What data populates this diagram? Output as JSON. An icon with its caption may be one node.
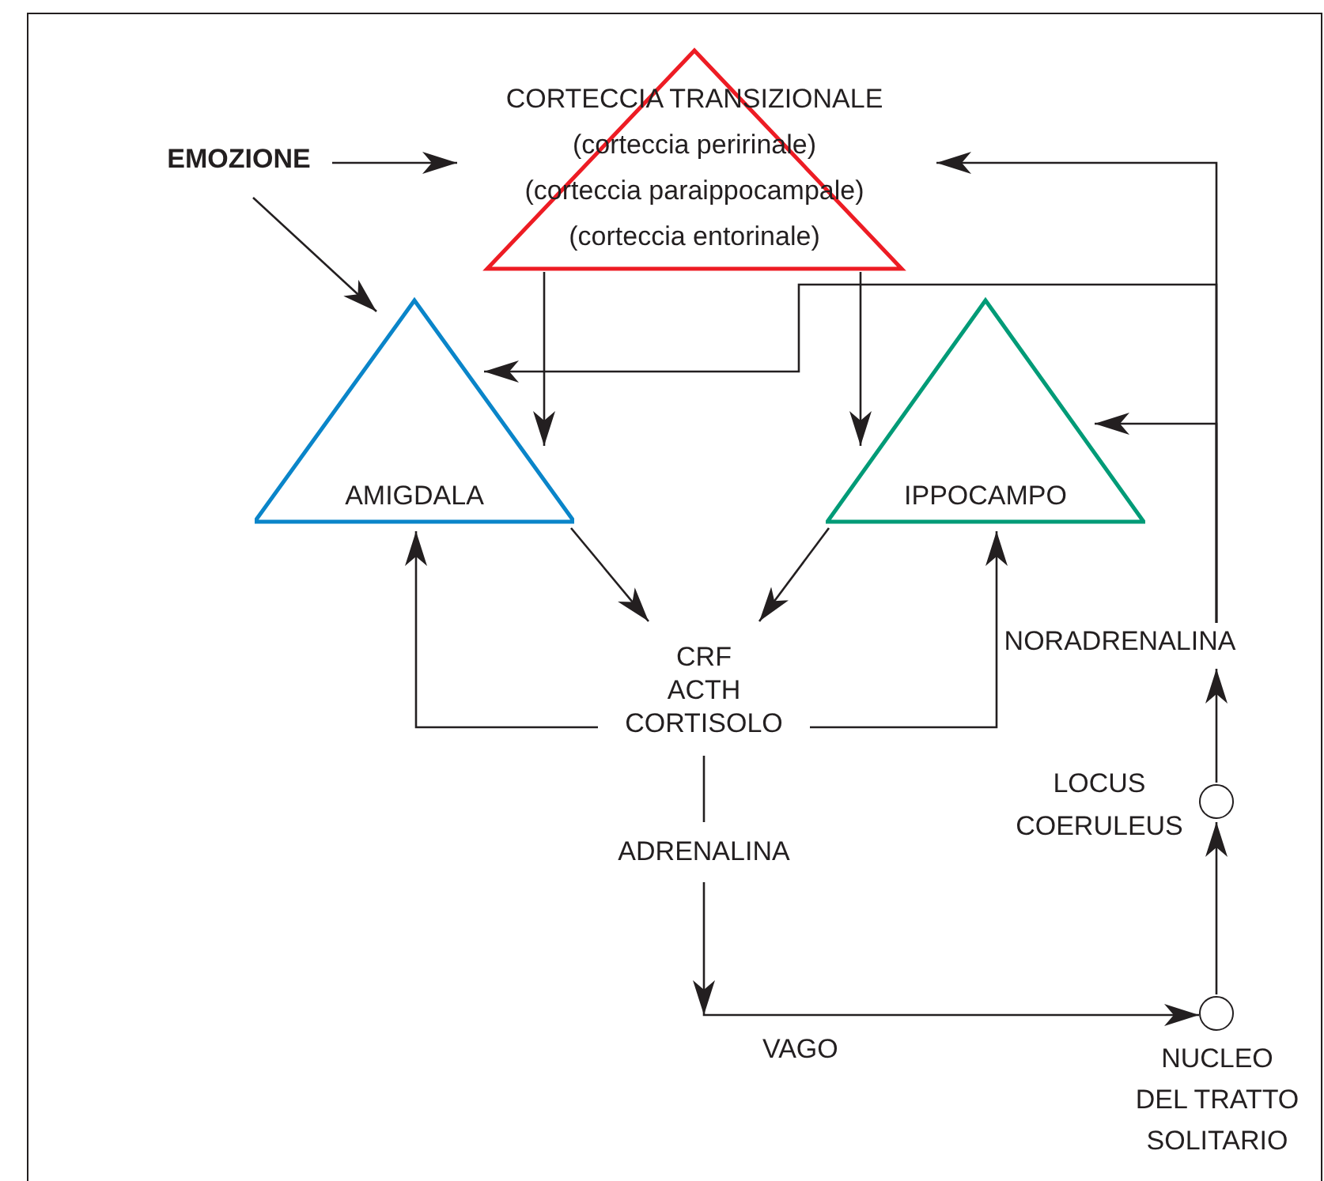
{
  "diagram": {
    "nodes": [
      {
        "text": [
          "EMOZIONE"
        ]
      },
      {
        "text": [
          "CORTECCIA TRANSIZIONALE",
          "(corteccia peririnale)",
          "(corteccia paraippocampale)",
          "(corteccia entorinale)"
        ]
      },
      {
        "text": [
          "AMIGDALA"
        ]
      },
      {
        "text": [
          "IPPOCAMPO"
        ]
      },
      {
        "text": [
          "CRF",
          "ACTH",
          "CORTISOLO"
        ]
      },
      {
        "text": [
          "ADRENALINA"
        ]
      },
      {
        "text": [],
        "shape": "circle",
        "beside": [
          "NUCLEO DEL TRATTO SOLITARIO"
        ]
      },
      {
        "text": [],
        "shape": "circle",
        "beside": [
          "LOCUS COERULEUS"
        ]
      },
      {
        "text": [
          "NORADRENALINA"
        ]
      }
    ],
    "edges": [
      {
        "from": 0,
        "to": 1,
        "arrow": "to"
      },
      {
        "from": 0,
        "to": 2,
        "arrow": "to"
      },
      {
        "from": 1,
        "to": 2,
        "arrow": "to"
      },
      {
        "from": 1,
        "to": 3,
        "arrow": "to"
      },
      {
        "from": 2,
        "to": 4,
        "arrow": "to"
      },
      {
        "from": 3,
        "to": 4,
        "arrow": "to"
      },
      {
        "from": 4,
        "to": 2,
        "arrow": "to"
      },
      {
        "from": 4,
        "to": 3,
        "arrow": "to"
      },
      {
        "from": 4,
        "to": 5,
        "arrow": "none"
      },
      {
        "from": 5,
        "to": 6,
        "arrow": "to",
        "label": "VAGO"
      },
      {
        "from": 6,
        "to": 7,
        "arrow": "to"
      },
      {
        "from": 7,
        "to": 8,
        "arrow": "to"
      },
      {
        "from": 8,
        "to": 1,
        "arrow": "to"
      },
      {
        "from": 8,
        "to": 2,
        "arrow": "to"
      },
      {
        "from": 8,
        "to": 3,
        "arrow": "to"
      }
    ]
  }
}
